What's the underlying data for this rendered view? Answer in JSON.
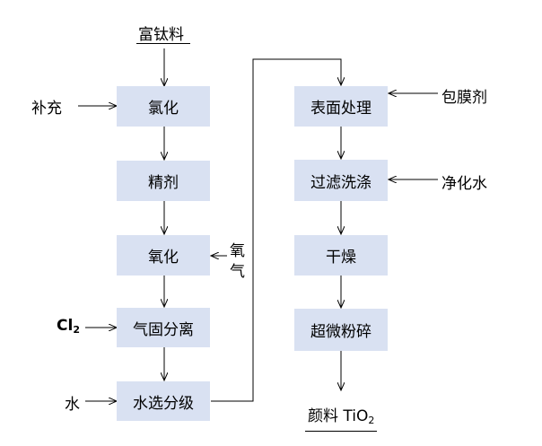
{
  "left_column": {
    "source_label": "富钛料",
    "steps": [
      "氯化",
      "精剂",
      "氧化",
      "气固分离",
      "水选分级"
    ],
    "inputs": {
      "chlorination": "补充",
      "oxidation_char1": "氧",
      "oxidation_char2": "气",
      "separation_main": "Cl",
      "separation_sub": "2",
      "classification": "水"
    }
  },
  "right_column": {
    "steps": [
      "表面处理",
      "过滤洗涤",
      "干燥",
      "超微粉碎"
    ],
    "inputs": {
      "surface_treatment": "包膜剂",
      "filter_wash": "净化水"
    },
    "product_main": "颜料 TiO",
    "product_sub": "2"
  }
}
